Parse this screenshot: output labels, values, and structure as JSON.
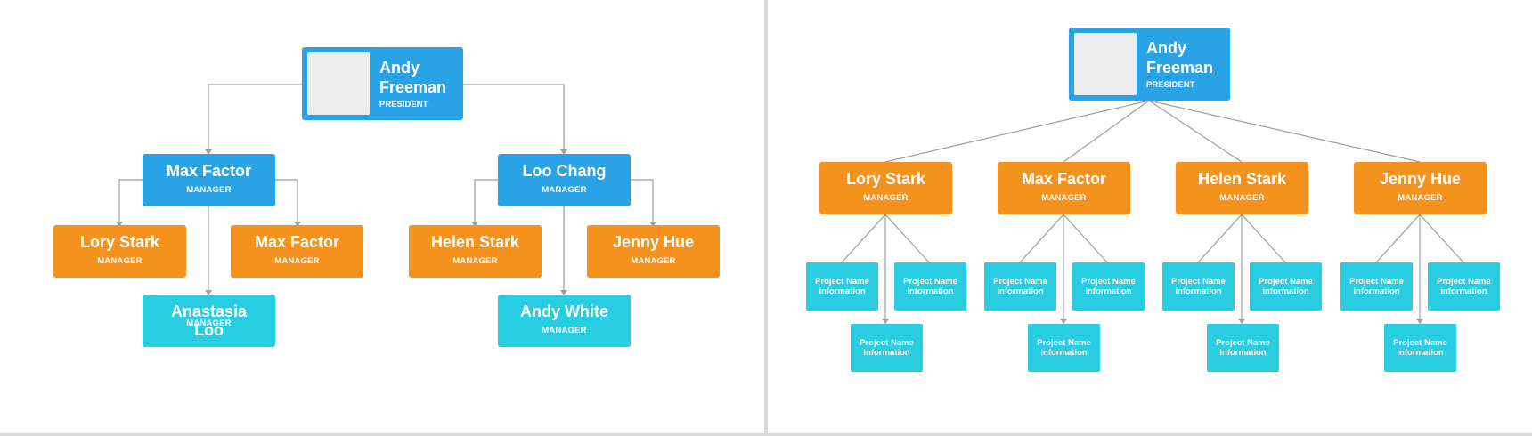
{
  "colors": {
    "president": "#29a3e6",
    "manager": "#f5921e",
    "staff": "#29cde1",
    "connector": "#9e9e9e"
  },
  "left_chart": {
    "president": {
      "name": "Andy Freeman",
      "title": "PRESIDENT"
    },
    "managers": [
      {
        "name": "Max Factor",
        "title": "MANAGER"
      },
      {
        "name": "Loo Chang",
        "title": "MANAGER"
      }
    ],
    "reports": [
      {
        "name": "Lory Stark",
        "title": "MANAGER"
      },
      {
        "name": "Max Factor",
        "title": "MANAGER"
      },
      {
        "name": "Anastasia Loo",
        "title": "MANAGER"
      },
      {
        "name": "Helen Stark",
        "title": "MANAGER"
      },
      {
        "name": "Jenny Hue",
        "title": "MANAGER"
      },
      {
        "name": "Andy White",
        "title": "MANAGER"
      }
    ]
  },
  "right_chart": {
    "president": {
      "name": "Andy Freeman",
      "title": "PRESIDENT"
    },
    "managers": [
      {
        "name": "Lory Stark",
        "title": "MANAGER"
      },
      {
        "name": "Max Factor",
        "title": "MANAGER"
      },
      {
        "name": "Helen Stark",
        "title": "MANAGER"
      },
      {
        "name": "Jenny Hue",
        "title": "MANAGER"
      }
    ],
    "project_label": "Project Name information"
  }
}
